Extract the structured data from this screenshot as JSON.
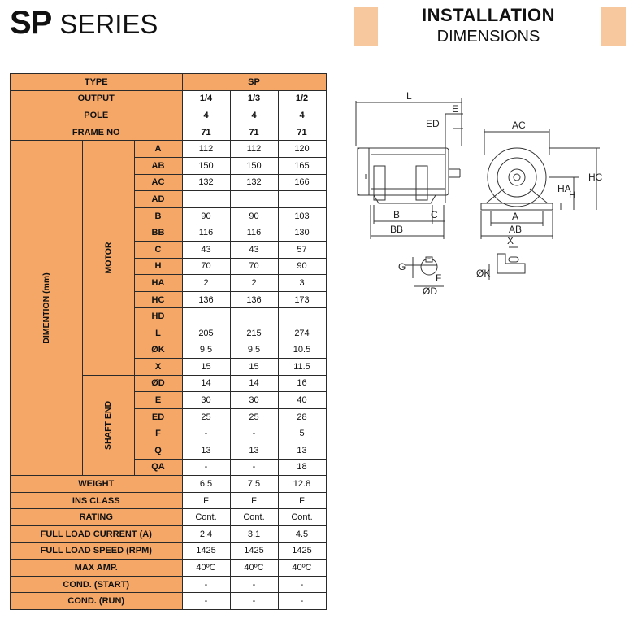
{
  "header": {
    "series_bold": "SP",
    "series_word": "SERIES",
    "install_line1": "INSTALLATION",
    "install_line2": "DIMENSIONS"
  },
  "colors": {
    "header_fill": "#f4a767",
    "deco_fill": "#f7c79d"
  },
  "table": {
    "type_label": "TYPE",
    "type_value": "SP",
    "output_label": "OUTPUT",
    "outputs": [
      "1/4",
      "1/3",
      "1/2"
    ],
    "pole_label": "POLE",
    "poles": [
      "4",
      "4",
      "4"
    ],
    "frame_label": "FRAME NO",
    "frames": [
      "71",
      "71",
      "71"
    ],
    "dimention_label": "DIMENTION (mm)",
    "motor_label": "MOTOR",
    "shaft_label": "SHAFT END",
    "motor_rows": [
      {
        "label": "A",
        "v": [
          "112",
          "112",
          "120"
        ]
      },
      {
        "label": "AB",
        "v": [
          "150",
          "150",
          "165"
        ]
      },
      {
        "label": "AC",
        "v": [
          "132",
          "132",
          "166"
        ]
      },
      {
        "label": "AD",
        "v": [
          "",
          "",
          ""
        ]
      },
      {
        "label": "B",
        "v": [
          "90",
          "90",
          "103"
        ]
      },
      {
        "label": "BB",
        "v": [
          "116",
          "116",
          "130"
        ]
      },
      {
        "label": "C",
        "v": [
          "43",
          "43",
          "57"
        ]
      },
      {
        "label": "H",
        "v": [
          "70",
          "70",
          "90"
        ]
      },
      {
        "label": "HA",
        "v": [
          "2",
          "2",
          "3"
        ]
      },
      {
        "label": "HC",
        "v": [
          "136",
          "136",
          "173"
        ]
      },
      {
        "label": "HD",
        "v": [
          "",
          "",
          ""
        ]
      },
      {
        "label": "L",
        "v": [
          "205",
          "215",
          "274"
        ]
      },
      {
        "label": "ØK",
        "v": [
          "9.5",
          "9.5",
          "10.5"
        ]
      },
      {
        "label": "X",
        "v": [
          "15",
          "15",
          "11.5"
        ]
      }
    ],
    "shaft_rows": [
      {
        "label": "ØD",
        "v": [
          "14",
          "14",
          "16"
        ]
      },
      {
        "label": "E",
        "v": [
          "30",
          "30",
          "40"
        ]
      },
      {
        "label": "ED",
        "v": [
          "25",
          "25",
          "28"
        ]
      },
      {
        "label": "F",
        "v": [
          "-",
          "-",
          "5"
        ]
      },
      {
        "label": "Q",
        "v": [
          "13",
          "13",
          "13"
        ]
      },
      {
        "label": "QA",
        "v": [
          "-",
          "-",
          "18"
        ]
      }
    ],
    "bottom_rows": [
      {
        "label": "WEIGHT",
        "v": [
          "6.5",
          "7.5",
          "12.8"
        ]
      },
      {
        "label": "INS CLASS",
        "v": [
          "F",
          "F",
          "F"
        ]
      },
      {
        "label": "RATING",
        "v": [
          "Cont.",
          "Cont.",
          "Cont."
        ]
      },
      {
        "label": "FULL LOAD CURRENT (A)",
        "v": [
          "2.4",
          "3.1",
          "4.5"
        ]
      },
      {
        "label": "FULL LOAD SPEED (RPM)",
        "v": [
          "1425",
          "1425",
          "1425"
        ]
      },
      {
        "label": "MAX AMP.",
        "v": [
          "40ºC",
          "40ºC",
          "40ºC"
        ]
      },
      {
        "label": "COND. (START)",
        "v": [
          "-",
          "-",
          "-"
        ]
      },
      {
        "label": "COND. (RUN)",
        "v": [
          "-",
          "-",
          "-"
        ]
      }
    ]
  },
  "drawing": {
    "side_labels": {
      "L": "L",
      "E": "E",
      "ED": "ED",
      "B": "B",
      "C": "C",
      "BB": "BB"
    },
    "front_labels": {
      "AC": "AC",
      "A": "A",
      "AB": "AB",
      "HA": "HA",
      "H": "H",
      "HC": "HC"
    },
    "shaft_labels": {
      "G": "G",
      "D": "ØD",
      "F": "F"
    },
    "foot_labels": {
      "X": "X",
      "K": "ØK"
    }
  }
}
